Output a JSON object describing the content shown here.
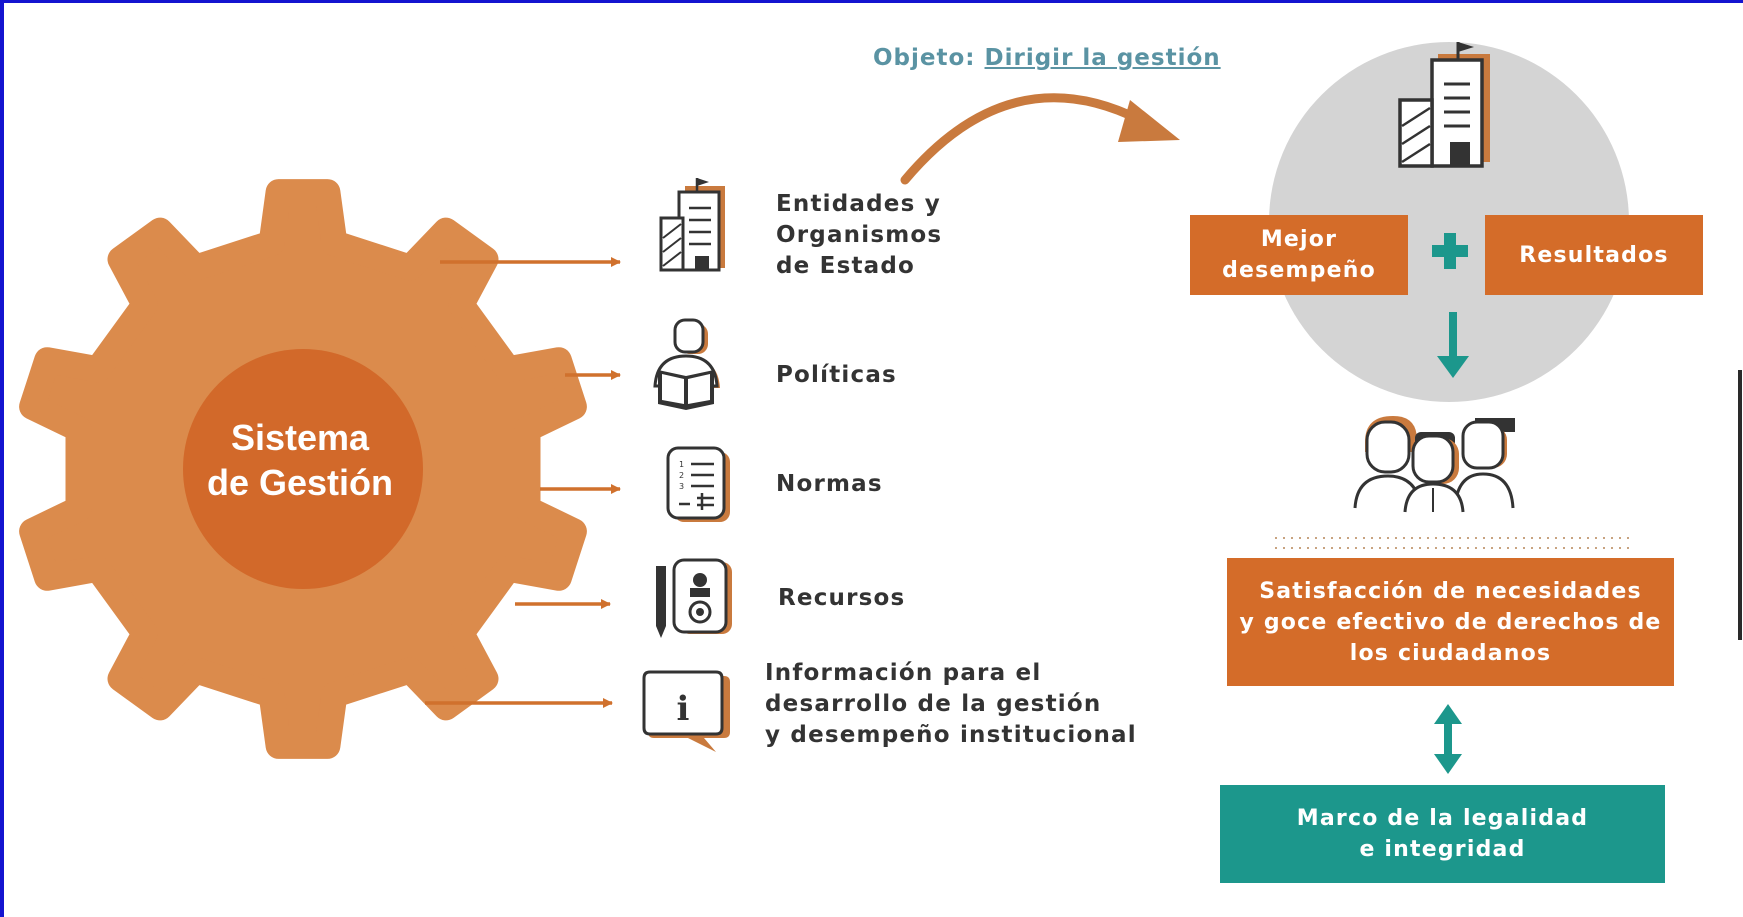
{
  "colors": {
    "gear": "#db8b4c",
    "gear_center": "#d2692a",
    "orange_box": "#d46c29",
    "teal": "#1c978c",
    "circle_gray": "#d4d4d4",
    "icon_accent": "#c97a3e",
    "frame": "#1414d0"
  },
  "gear": {
    "title": "Sistema\nde Gestión"
  },
  "objective": {
    "prefix": "Objeto:",
    "link": "Dirigir la gestión"
  },
  "components": [
    {
      "icon": "building-icon",
      "label": "Entidades y\nOrganismos\nde Estado"
    },
    {
      "icon": "reader-person-icon",
      "label": "Políticas"
    },
    {
      "icon": "document-list-icon",
      "label": "Normas"
    },
    {
      "icon": "resources-badge-icon",
      "label": "Recursos"
    },
    {
      "icon": "info-speech-icon",
      "label": "Información para el\ndesarrollo de la gestión\ny desempeño institucional"
    }
  ],
  "outcomes": {
    "left_box": "Mejor\ndesempeño",
    "plus_icon": "plus-icon",
    "right_box": "Resultados",
    "citizens_icon": "citizens-group-icon",
    "satisfaction_box": "Satisfacción de necesidades\ny goce efectivo de derechos de\nlos ciudadanos",
    "legality_box": "Marco de la legalidad\ne integridad"
  }
}
